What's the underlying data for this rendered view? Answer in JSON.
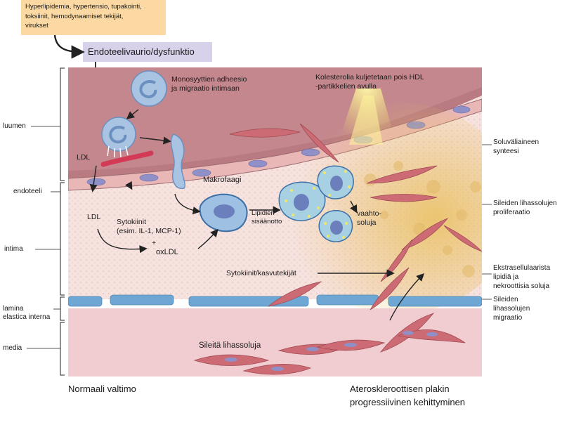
{
  "risk_factors": "Hyperlipidemia, hypertensio, tupakointi,\ntoksiinit, hemodynaamiset tekijät,\nvirukset",
  "endothelial_damage": "Endoteelivaurio/dysfunktio",
  "layers": {
    "luumen": "luumen",
    "endoteeli": "endoteeli",
    "intima": "intima",
    "lamina": "lamina\nelastica interna",
    "media": "media"
  },
  "labels": {
    "monocyte": "Monosyyttien adheesio\nja migraatio intimaan",
    "hdl": "Kolesterolia kuljetetaan pois HDL\n-partikkelien avulla",
    "ldl_top": "LDL",
    "ldl_mid": "LDL",
    "cytokines": "Sytokiinit\n(esim. IL-1, MCP-1)",
    "plus": "+",
    "oxldl": "oxLDL",
    "macrophage": "Makrofaagi",
    "lipid_uptake": "Lipidien\nsisäänotto",
    "foam_cells": "vaahto-\nsoluja",
    "growth_factors": "Sytokiinit/kasvutekijät",
    "smooth_muscle": "Sileitä lihassoluja"
  },
  "right_labels": {
    "matrix": "Soluväliaineen\nsynteesi",
    "proliferation": "Sileiden lihassolujen\nproliferaatio",
    "extracellular": "Ekstrasellulaarista\nlipidiä ja\nnekroottisia soluja",
    "migration": "Sileiden\nlihassolujen\nmigraatio"
  },
  "bottom": {
    "normal": "Normaali valtimo",
    "plaque": "Ateroskleroottisen plakin\nprogressiivinen kehittyminen"
  },
  "colors": {
    "risk_box": "#fcd9a2",
    "endo_box": "#d7d1ea",
    "lumen": "#b97a82",
    "intima": "#f6e2de",
    "media": "#f1cdd2",
    "elastica": "#6ea7d3",
    "muscle_cell": "#cc6b73",
    "macrophage": "#9ec1e3",
    "hdl_glow": "#f7ef7a",
    "plaque": "#e7c46a"
  }
}
